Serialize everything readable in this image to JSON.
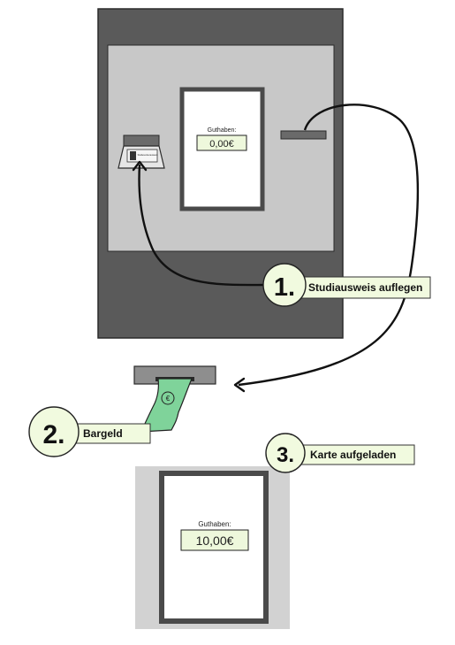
{
  "machine": {
    "balance_label": "Guthaben:",
    "balance_value": "0,00€",
    "card_reader_text": "Studierendenausweis"
  },
  "steps": [
    {
      "number": "1.",
      "label": "Studiausweis auflegen"
    },
    {
      "number": "2.",
      "label": "Bargeld"
    },
    {
      "number": "3.",
      "label": "Karte aufgeladen"
    }
  ],
  "result": {
    "balance_label": "Guthaben:",
    "balance_value": "10,00€"
  },
  "colors": {
    "machine_outer": "#5a5a5a",
    "machine_panel": "#c8c8c8",
    "badge_fill": "#f1fadf",
    "banknote": "#7fd39a",
    "display_value_bg": "#eef8dc"
  }
}
